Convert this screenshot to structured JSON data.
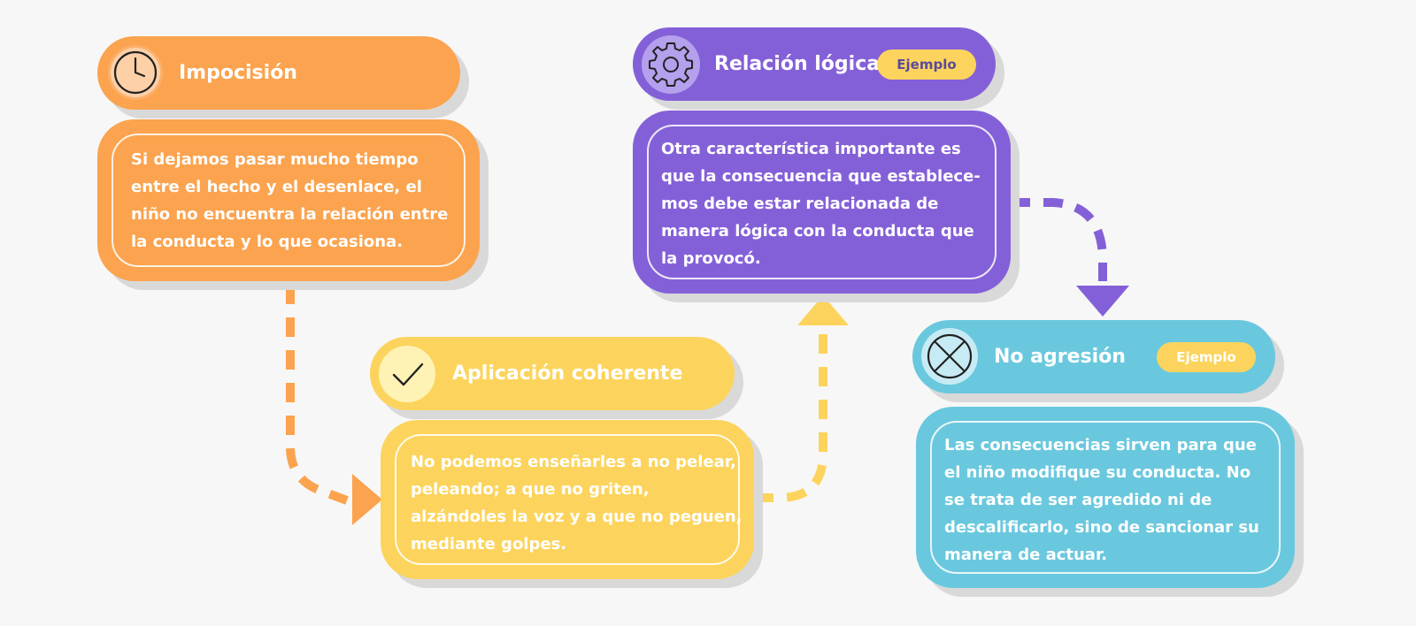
{
  "colors": {
    "orange": "#fba34e",
    "yellow": "#fcd45d",
    "purple": "#8460d8",
    "blue": "#6ac8de",
    "shadow": "#d9d9d9",
    "background": "#f7f7f7"
  },
  "steps": [
    {
      "title": "Impocisión",
      "icon": "clock-icon",
      "lines": [
        "Si dejamos pasar mucho tiempo",
        "entre el hecho y el desenlace, el",
        "niño no encuentra la relación entre",
        "la conducta y lo que ocasiona."
      ]
    },
    {
      "title": "Aplicación coherente",
      "icon": "check-icon",
      "lines": [
        "No podemos enseñarles a no pelear,",
        "peleando; a que no griten,",
        "alzándoles la voz y a que no peguen,",
        "mediante golpes."
      ]
    },
    {
      "title": "Relación lógica",
      "icon": "gear-icon",
      "badge": "Ejemplo",
      "lines": [
        "Otra característica importante es",
        "que la consecuencia que establece-",
        "mos debe estar  relacionada de",
        "manera lógica con la conducta que",
        "la provocó."
      ]
    },
    {
      "title": "No agresión",
      "icon": "x-circle-icon",
      "badge": "Ejemplo",
      "lines": [
        "Las consecuencias sirven para que",
        "el niño modifique su conducta. No",
        "se trata de ser agredido ni de",
        "descalificarlo, sino de sancionar su",
        "manera de actuar."
      ]
    }
  ]
}
